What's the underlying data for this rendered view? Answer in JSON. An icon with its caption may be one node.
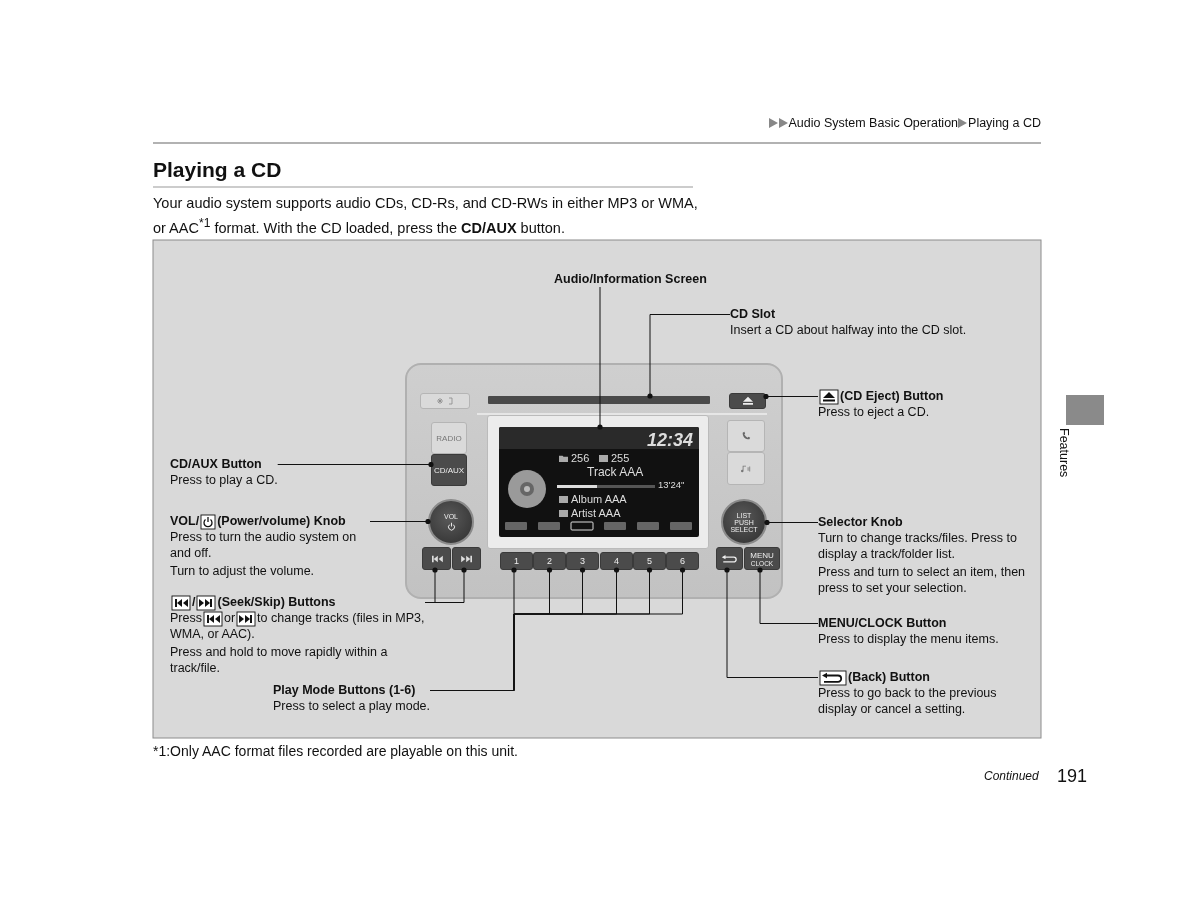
{
  "diagram": {
    "title": "Playing a CD",
    "nodes": [
      {
        "text": [
          "Audio/Information Screen"
        ]
      },
      {
        "text": [
          "CD Slot",
          "Insert a CD about halfway into the CD slot."
        ]
      },
      {
        "text": [],
        "shape": "box"
      },
      {
        "text": [],
        "shape": "box",
        "in": 2
      },
      {
        "text": [],
        "shape": "bar",
        "in": 2
      },
      {
        "text": [],
        "shape": "box",
        "in": 2
      },
      {
        "text": [
          "RADIO"
        ],
        "in": 2
      },
      {
        "text": [
          "CD/AUX"
        ],
        "in": 2
      },
      {
        "text": [
          "12:34",
          "256",
          "255",
          "Track AAA",
          "13'24\"",
          "Album AAA",
          "Artist AAA"
        ],
        "in": 2
      },
      {
        "text": [],
        "shape": "box",
        "in": 2
      },
      {
        "text": [],
        "shape": "box",
        "in": 2
      },
      {
        "text": [
          "VOL"
        ],
        "in": 2
      },
      {
        "text": [
          "LIST PUSH SELECT"
        ],
        "in": 2
      },
      {
        "text": [],
        "shape": "box",
        "in": 2
      },
      {
        "text": [],
        "shape": "box",
        "in": 2
      },
      {
        "text": [
          "1"
        ],
        "in": 2
      },
      {
        "text": [
          "2"
        ],
        "in": 2
      },
      {
        "text": [
          "3"
        ],
        "in": 2
      },
      {
        "text": [
          "4"
        ],
        "in": 2
      },
      {
        "text": [
          "5"
        ],
        "in": 2
      },
      {
        "text": [
          "6"
        ],
        "in": 2
      },
      {
        "text": [],
        "shape": "box",
        "in": 2
      },
      {
        "text": [
          "MENU",
          "CLOCK"
        ],
        "in": 2
      },
      {
        "text": [
          "(CD Eject) Button",
          "Press to eject a CD."
        ]
      },
      {
        "text": [
          "CD/AUX Button",
          "Press to play a CD."
        ]
      },
      {
        "text": [
          "VOL/",
          "(Power/volume) Knob",
          "Press to turn the audio system on and off.",
          "Turn to adjust the volume."
        ]
      },
      {
        "text": [
          "Selector Knob",
          "Turn to change tracks/files. Press to display a track/folder list.",
          "Press and turn to select an item, then press to set your selection."
        ]
      },
      {
        "text": [
          "/",
          "(Seek/Skip) Buttons",
          "Press",
          "or",
          "to change tracks (files in MP3, WMA, or AAC).",
          "Press and hold to move rapidly within a track/file."
        ]
      },
      {
        "text": [
          "MENU/CLOCK Button",
          "Press to display the menu items."
        ]
      },
      {
        "text": [
          "Play Mode Buttons (1-6)",
          "Press to select a play mode."
        ]
      },
      {
        "text": [
          "(Back) Button",
          "Press to go back to the previous display or cancel a setting."
        ]
      }
    ],
    "edges": [
      {
        "from": 0,
        "to": 8,
        "arrow": "other"
      },
      {
        "from": 1,
        "to": 4,
        "arrow": "other"
      },
      {
        "from": 23,
        "to": 5,
        "arrow": "other"
      },
      {
        "from": 24,
        "to": 7,
        "arrow": "other"
      },
      {
        "from": 25,
        "to": 11,
        "arrow": "other"
      },
      {
        "from": 26,
        "to": 12,
        "arrow": "other"
      },
      {
        "from": 27,
        "to": 13,
        "arrow": "other"
      },
      {
        "from": 27,
        "to": 14,
        "arrow": "other"
      },
      {
        "from": 29,
        "to": 15,
        "arrow": "other"
      },
      {
        "from": 29,
        "to": 16,
        "arrow": "other"
      },
      {
        "from": 29,
        "to": 17,
        "arrow": "other"
      },
      {
        "from": 29,
        "to": 18,
        "arrow": "other"
      },
      {
        "from": 29,
        "to": 19,
        "arrow": "other"
      },
      {
        "from": 29,
        "to": 20,
        "arrow": "other"
      },
      {
        "from": 28,
        "to": 22,
        "arrow": "other"
      },
      {
        "from": 30,
        "to": 21,
        "arrow": "other"
      }
    ],
    "labels": [
      "Audio System Basic Operation",
      "Playing a CD",
      "Your audio system supports audio CDs, CD-Rs, and CD-RWs in either MP3 or WMA, or AAC$^{*1}$ format. With the CD loaded, press the **CD/AUX** button.",
      "Features",
      "*1:Only AAC format files recorded are playable on this unit.",
      "Continued",
      "191"
    ]
  }
}
